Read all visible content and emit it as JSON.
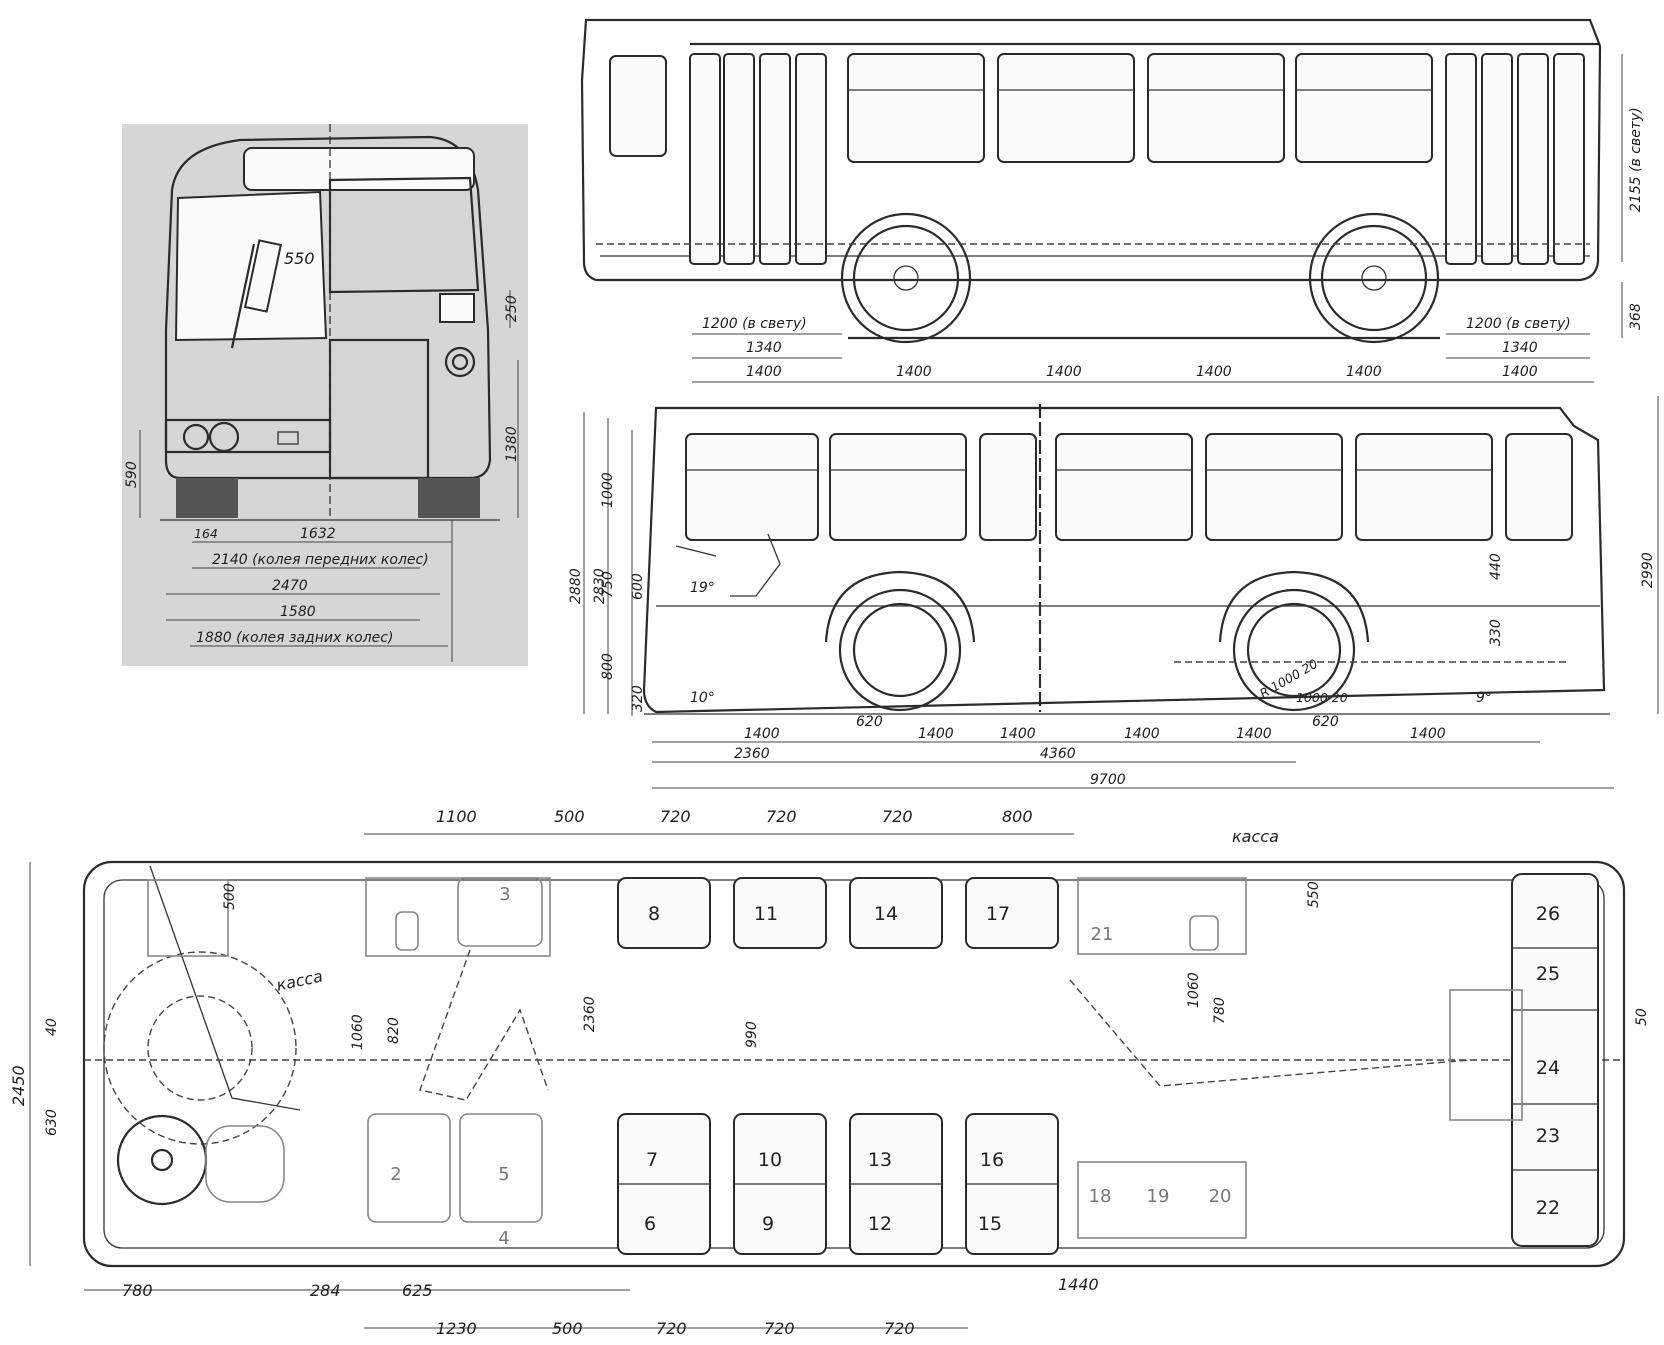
{
  "front_view": {
    "dimensions": {
      "wiper": "550",
      "lamp_height": "250",
      "side_height": "1380",
      "bumper_height": "590",
      "wheel_width": "164",
      "inner_width": "1632",
      "front_track": "2140 (колея передних колес)",
      "overall_width": "2470",
      "rear_inner": "1580",
      "rear_track": "1880 (колея задних колес)"
    }
  },
  "side_view_right": {
    "dimensions": {
      "door_clear_front": "1200 (в свету)",
      "door_clear_rear": "1200 (в свету)",
      "door_front_width": "1340",
      "door_rear_width": "1340",
      "bays": [
        "1400",
        "1400",
        "1400",
        "1400",
        "1400",
        "1400"
      ],
      "door_height": "2155 (в свету)",
      "floor_step": "368"
    }
  },
  "side_view_left": {
    "dimensions": {
      "overall_height": "2880",
      "height_to_roof": "2830",
      "window_height": "1000",
      "panel_height": "750",
      "seat_height": "600",
      "floor_height": "800",
      "ground_clear": "320",
      "steering_angle": "19°",
      "approach_angle": "10°",
      "departure_angle": "9°",
      "rear_height": "2990",
      "rear_window": "440",
      "rear_low": "330",
      "tyre_front": "1000 20",
      "tyre_rear": "R 1000 20",
      "bays_bottom": [
        "1400",
        "620",
        "1400",
        "1400",
        "1400",
        "1400",
        "620",
        "1400"
      ],
      "front_overhang": "2360",
      "wheelbase": "4360",
      "overall_length": "9700"
    }
  },
  "plan_view": {
    "label_cash_box_front": "касса",
    "label_cash_box_rear": "касса",
    "seats": [
      "2",
      "3",
      "4",
      "5",
      "6",
      "7",
      "8",
      "9",
      "10",
      "11",
      "12",
      "13",
      "14",
      "15",
      "16",
      "17",
      "18",
      "19",
      "20",
      "21",
      "22",
      "23",
      "24",
      "25",
      "26"
    ],
    "dimensions": {
      "top": [
        "1100",
        "500",
        "720",
        "720",
        "720",
        "800"
      ],
      "bottom": [
        "1230",
        "500",
        "720",
        "720",
        "720"
      ],
      "bottom_row2": [
        "780",
        "284",
        "625"
      ],
      "rear_block": "1440",
      "overall_width": "2450",
      "offset": "40",
      "driver_seat_depth": "500",
      "front_aisle": "630",
      "door_width": "1060",
      "door_inner": "820",
      "seat_rows_gap": "2360",
      "aisle": "990",
      "rear_door": "1060",
      "rear_door_inner": "780",
      "rear_seat_depth": "550",
      "drive_offset": "50"
    }
  }
}
